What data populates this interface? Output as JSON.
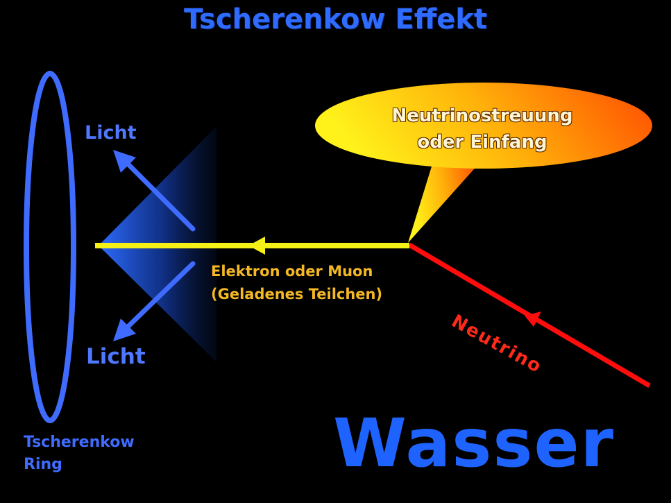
{
  "title": "Tscherenkow Effekt",
  "bubble": {
    "line1": "Neutrinostreuung",
    "line2": "oder Einfang"
  },
  "light_top_label": "Licht",
  "light_bottom_label": "Licht",
  "charged_particle": {
    "line1": "Elektron oder Muon",
    "line2": "(Geladenes Teilchen)"
  },
  "neutrino_label": "Neutrino",
  "ring_label": {
    "line1": "Tscherenkow",
    "line2": "Ring"
  },
  "medium_label": "Wasser",
  "colors": {
    "background": "#000000",
    "blue": "#3f6cff",
    "particle_track": "#f5f016",
    "neutrino_track": "#ff0d0d",
    "bubble_start": "#ffe818",
    "bubble_end": "#ff4a00"
  }
}
